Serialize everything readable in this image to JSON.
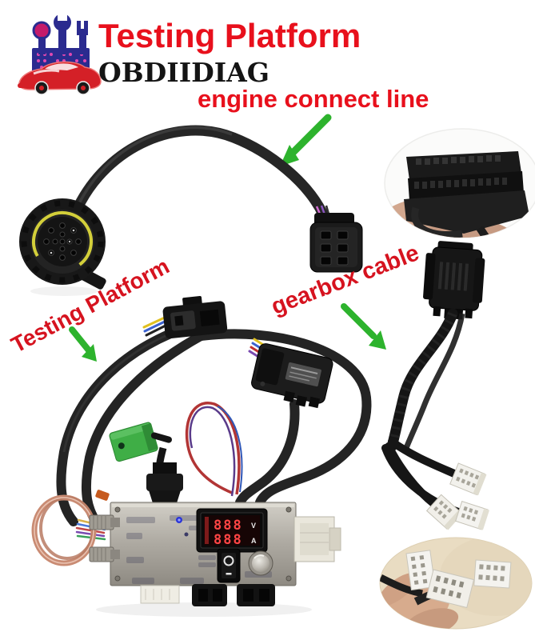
{
  "header": {
    "title": "Testing Platform",
    "brand": "OBDIIDIAG"
  },
  "annotations": {
    "engine_line_label": "engine connect line",
    "platform_label": "Testing Platform",
    "gearbox_label": "gearbox cable"
  },
  "device_panel": {
    "meter": {
      "voltage": "888",
      "voltage_unit": "V",
      "current": "888",
      "current_unit": "A"
    }
  },
  "colors": {
    "label_red": "#e8101c",
    "brand_black": "#141414",
    "arrow_green": "#2db32d",
    "cable_black": "#242424",
    "connector_green": "#3fae46",
    "copper_coil": "#c98b73",
    "metal_box": "#b3afa7",
    "inset_beige": "#e9dcc2",
    "digit_red": "#ff4545"
  }
}
